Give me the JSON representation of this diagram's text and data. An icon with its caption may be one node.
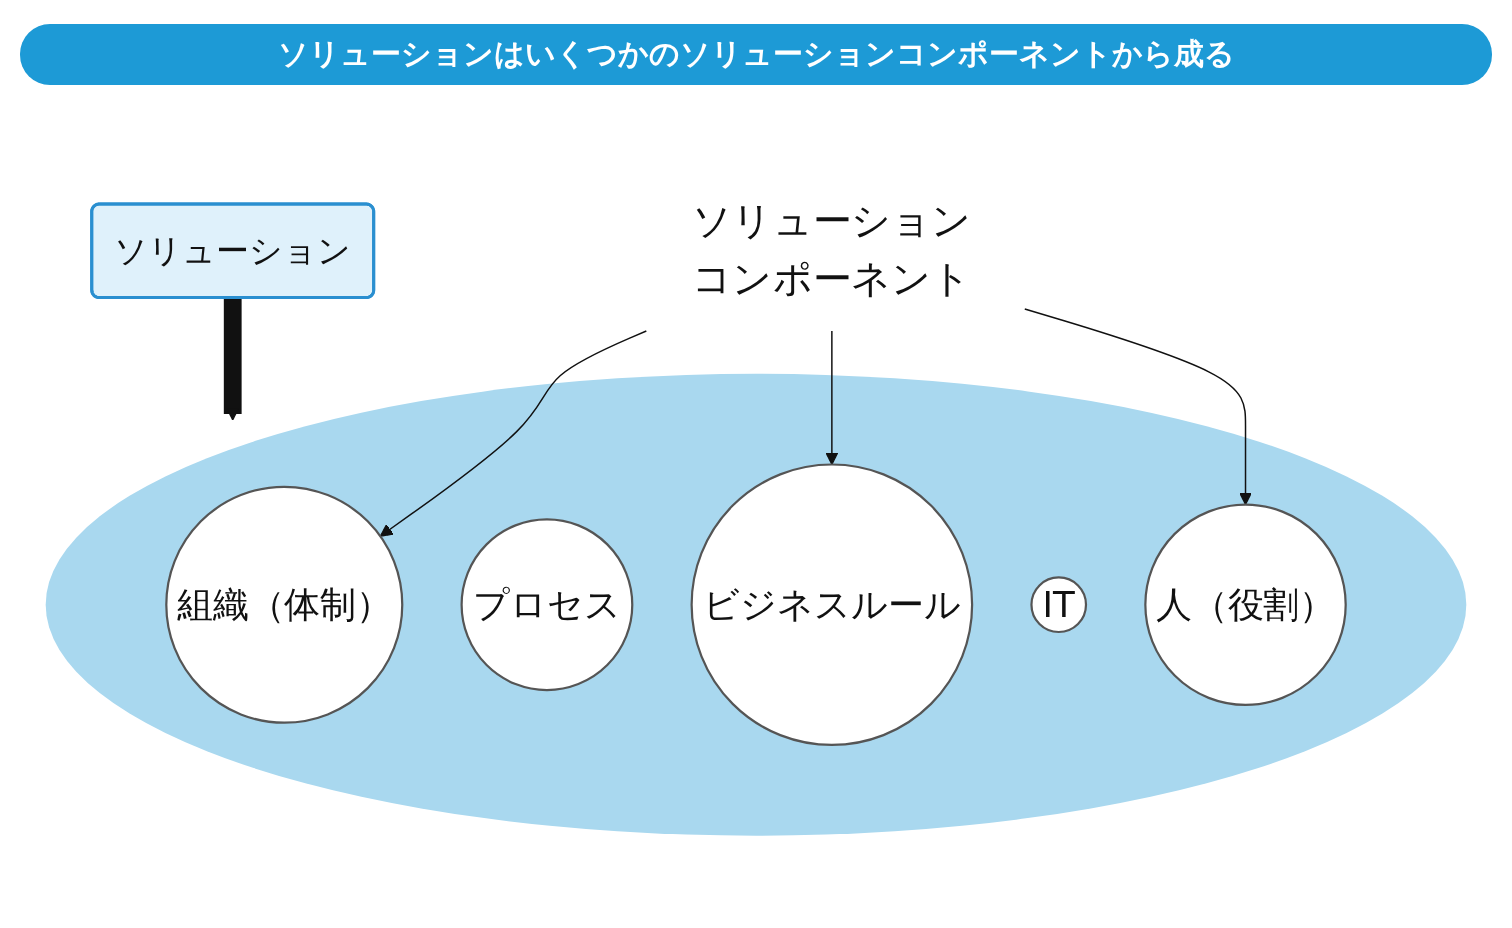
{
  "diagram": {
    "title": "ソリューションはいくつかのソリューションコンポーネントから成る",
    "nodes": [
      {
        "text": [
          "ソリューション"
        ]
      },
      {
        "text": [],
        "shape": "circle"
      },
      {
        "text": [
          "組織（体制）"
        ],
        "in": 1
      },
      {
        "text": [
          "プロセス"
        ],
        "in": 1
      },
      {
        "text": [
          "ビジネスルール"
        ],
        "in": 1
      },
      {
        "text": [
          "IT"
        ],
        "in": 1
      },
      {
        "text": [
          "人（役割）"
        ],
        "in": 1
      },
      {
        "text": [
          "ソリューションコンポーネント"
        ]
      }
    ],
    "edges": [
      {
        "from": 0,
        "to": 1,
        "arrow": "to",
        "style": "thick"
      },
      {
        "from": 7,
        "to": 2,
        "arrow": "to"
      },
      {
        "from": 7,
        "to": 4,
        "arrow": "to"
      },
      {
        "from": 7,
        "to": 6,
        "arrow": "to"
      }
    ]
  }
}
